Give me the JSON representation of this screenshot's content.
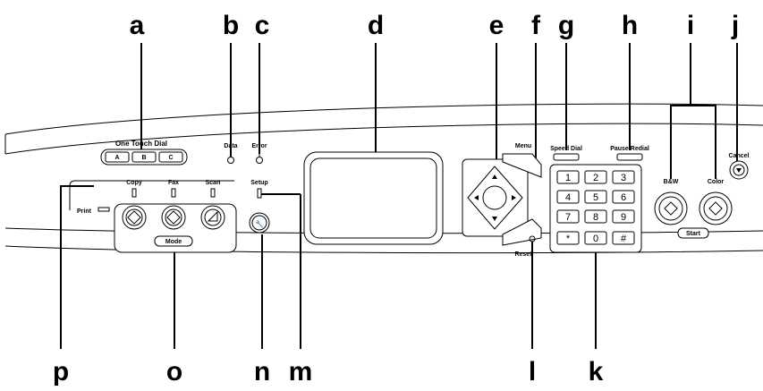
{
  "callouts": {
    "a": "a",
    "b": "b",
    "c": "c",
    "d": "d",
    "e": "e",
    "f": "f",
    "g": "g",
    "h": "h",
    "i": "i",
    "j": "j",
    "k": "k",
    "l": "l",
    "m": "m",
    "n": "n",
    "o": "o",
    "p": "p"
  },
  "panel_labels": {
    "one_touch_dial": "One Touch Dial",
    "dial_a": "A",
    "dial_b": "B",
    "dial_c": "C",
    "data": "Data",
    "error": "Error",
    "copy": "Copy",
    "fax": "Fax",
    "scan": "Scan",
    "print": "Print",
    "mode": "Mode",
    "setup": "Setup",
    "menu": "Menu",
    "reset": "Reset",
    "speed_dial": "Speed Dial",
    "pause_redial": "Pause/Redial",
    "bw": "B&W",
    "color": "Color",
    "start": "Start",
    "cancel": "Cancel"
  },
  "keypad": [
    "1",
    "2",
    "3",
    "4",
    "5",
    "6",
    "7",
    "8",
    "9",
    "*",
    "0",
    "#"
  ]
}
